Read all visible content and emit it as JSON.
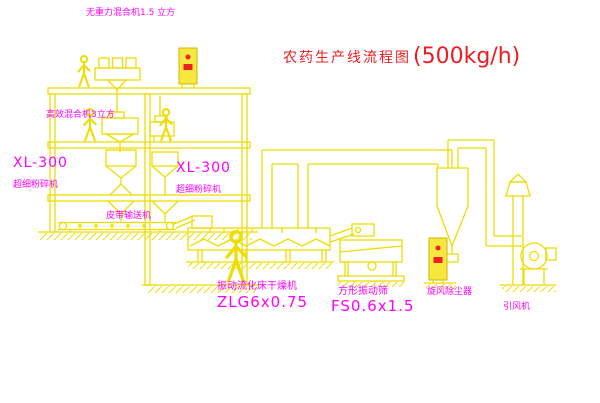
{
  "title": {
    "main": "农药生产线流程图",
    "capacity": "(500kg/h)"
  },
  "labels": {
    "top_mixer": "无重力混合机1.5 立方",
    "mid_mixer": "高效混合机3立方",
    "xl300_left": "XL-300",
    "crusher_left": "超细粉碎机",
    "xl300_right": "XL-300",
    "crusher_right": "超细粉碎机",
    "belt": "皮带输送机",
    "dryer": "振动流化床干燥机",
    "dryer_model": "ZLG6x0.75",
    "sieve": "方形振动筛",
    "sieve_model": "FS0.6x1.5",
    "cyclone": "旋风除尘器",
    "fan": "引风机"
  },
  "colors": {
    "background": "#ffffff",
    "line_yellow": "#eedd00",
    "cabinet_fill": "#f6e83e",
    "label_magenta": "#ff00ff",
    "title_red": "#ee1c22",
    "indicator_red": "#ee2222"
  }
}
